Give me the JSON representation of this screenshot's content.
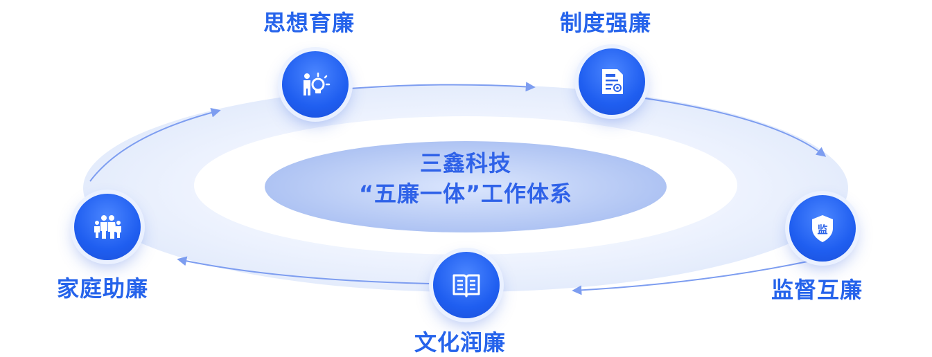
{
  "center": {
    "line1": "三鑫科技",
    "line2": "“五廉一体”工作体系"
  },
  "nodes": [
    {
      "key": "thought",
      "label": "思想育廉",
      "icon": "lightbulb-person-icon"
    },
    {
      "key": "system",
      "label": "制度强廉",
      "icon": "document-icon"
    },
    {
      "key": "supervision",
      "label": "监督互廉",
      "icon": "shield-icon",
      "icon_text": "监"
    },
    {
      "key": "culture",
      "label": "文化润廉",
      "icon": "book-icon"
    },
    {
      "key": "family",
      "label": "家庭助廉",
      "icon": "family-icon"
    }
  ],
  "colors": {
    "primary": "#2563eb",
    "circle": "#1f5ef0",
    "ring": "#e8eefd",
    "core": "#b7c9f5"
  }
}
